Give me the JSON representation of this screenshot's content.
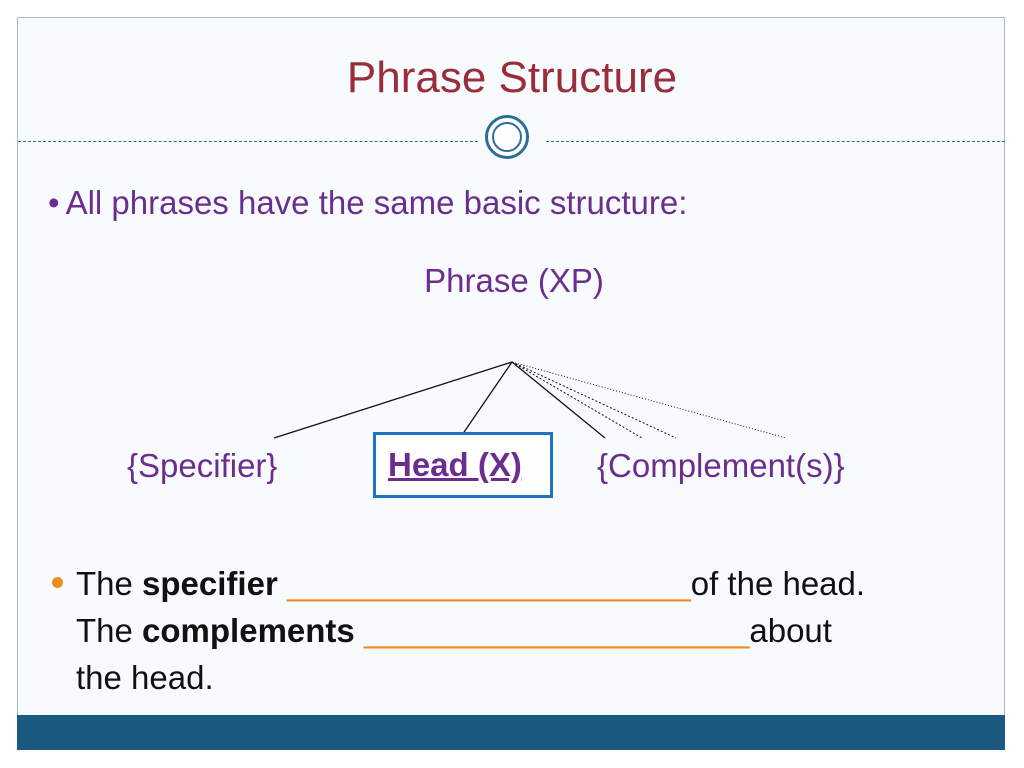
{
  "slide": {
    "title": "Phrase Structure",
    "bullet_text": "All phrases have the same basic structure:",
    "tree": {
      "root": "Phrase (XP)",
      "specifier": "{Specifier}",
      "head": "Head (X)",
      "complements": "{Complement(s)}"
    },
    "fill_in": {
      "line1_prefix": "The ",
      "line1_term": "specifier",
      "line1_blank": " ______________________",
      "line1_suffix": "of the head.",
      "line2_prefix": "The ",
      "line2_term": "complements",
      "line2_blank": " _____________________",
      "line2_suffix": "about",
      "line3": "the head."
    }
  },
  "colors": {
    "title": "#9b2c3a",
    "text_purple": "#6b2e8f",
    "accent_orange": "#f08a1c",
    "head_box": "#1f74bf",
    "footer": "#1b5a80"
  }
}
